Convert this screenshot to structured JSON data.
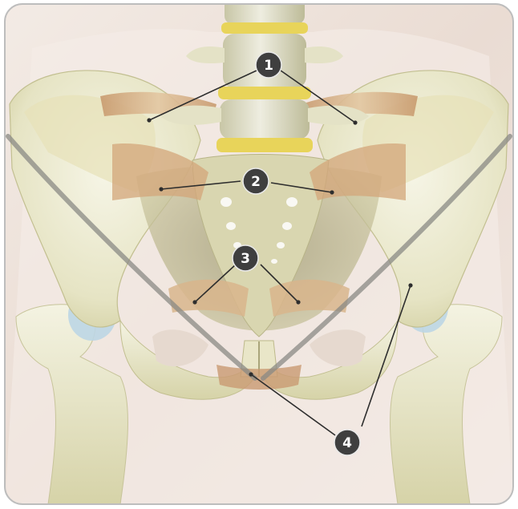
{
  "callouts": [
    {
      "id": "ligament-group-1",
      "label": "1"
    },
    {
      "id": "ligament-group-2",
      "label": "2"
    },
    {
      "id": "ligament-group-3",
      "label": "3"
    },
    {
      "id": "ligament-group-4",
      "label": "4"
    }
  ],
  "colors": {
    "background": "#efe4dd",
    "bone": "#ecebd2",
    "bone_shadow": "#c9c79a",
    "disc": "#e8d45a",
    "ligament": "#d2a77a",
    "cartilage": "#bcd6e4",
    "badge": "#3f3f3f",
    "badge_text": "#ffffff",
    "leader_line": "#333333"
  }
}
